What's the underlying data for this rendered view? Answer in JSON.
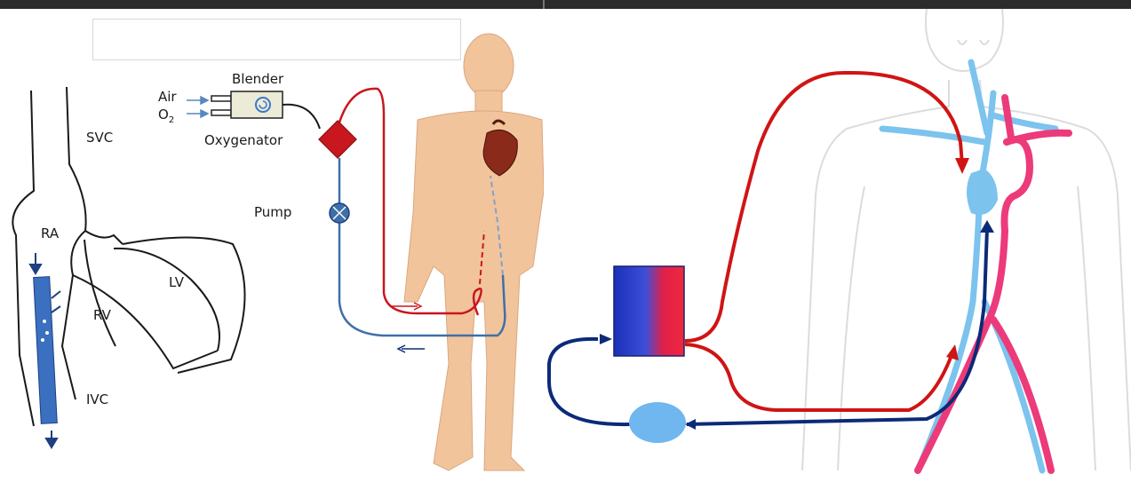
{
  "left_diagram": {
    "labels": {
      "blender": "Blender",
      "air": "Air",
      "o2_main": "O",
      "o2_sub": "2",
      "oxygenator": "Oxygenator",
      "pump": "Pump",
      "svc": "SVC",
      "ra": "RA",
      "lv": "LV",
      "rv": "RV",
      "ivc": "IVC"
    }
  },
  "colors": {
    "arterial_red": "#c8171e",
    "venous_blue": "#3f6fa8",
    "dark_blue": "#0b2a78",
    "artery_pink": "#ec3a7a",
    "vein_lightblue": "#7cc3ee",
    "skin": "#f2c49c"
  }
}
